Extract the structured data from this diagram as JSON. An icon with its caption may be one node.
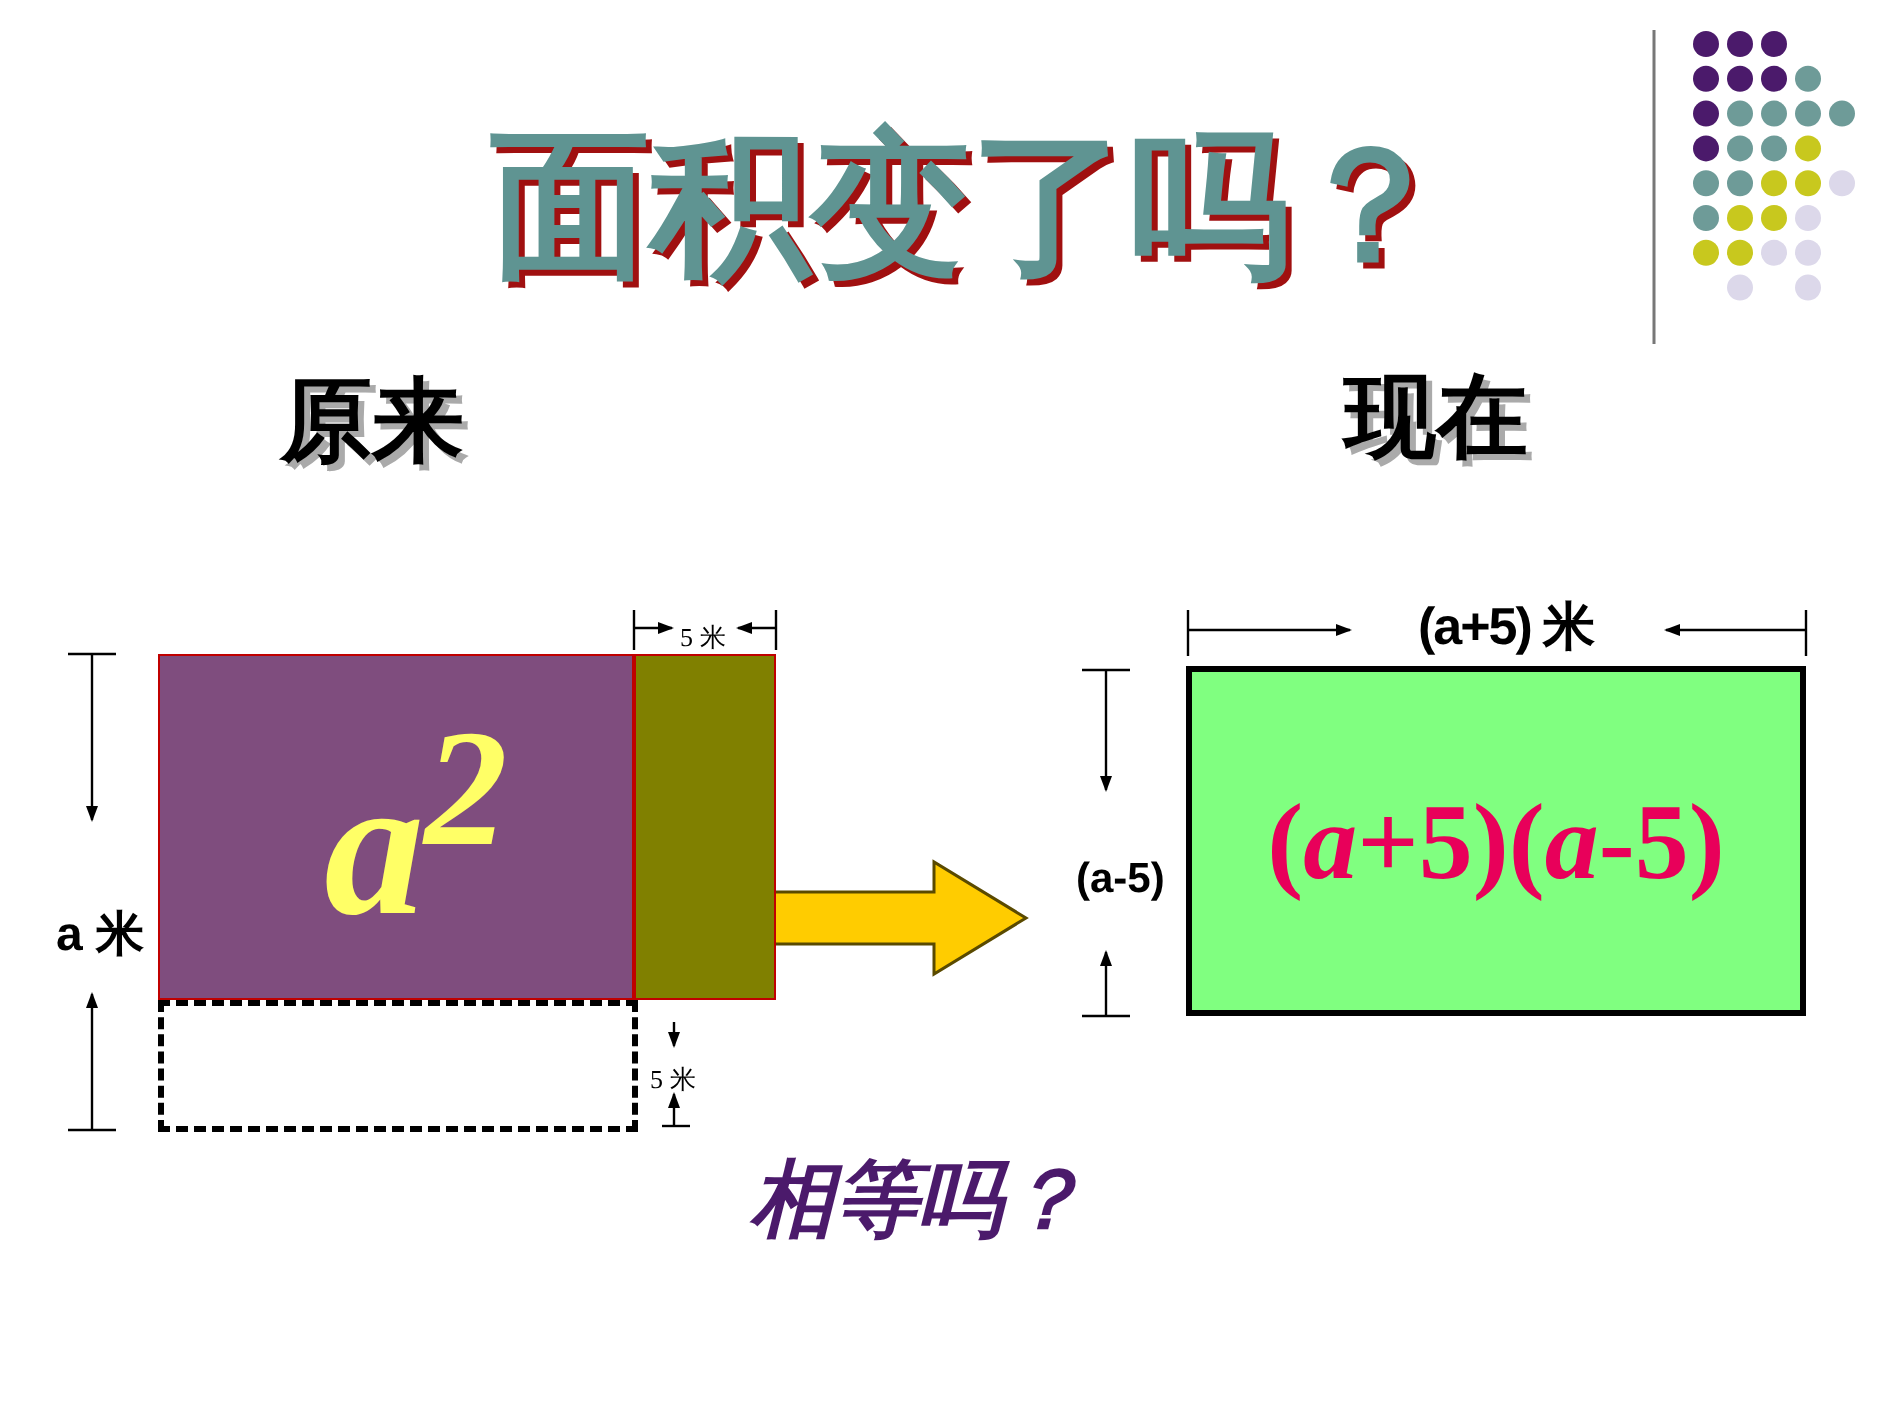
{
  "diagram": {
    "title": "面积变了吗？",
    "nodes": [
      {
        "text": [
          "*a*$^{2}$"
        ]
      },
      {
        "text": [],
        "shape": "box"
      },
      {
        "text": [],
        "shape": "box"
      },
      {
        "text": [
          "(*a*+5)(*a*-5)"
        ]
      }
    ],
    "edges": [
      {
        "from": 1,
        "to": 3,
        "arrow": "to"
      }
    ],
    "labels": [
      "原来",
      "现在",
      "5 米",
      "(a+5) 米",
      "(a-5)",
      "a 米",
      "5 米",
      "相等吗？"
    ]
  }
}
